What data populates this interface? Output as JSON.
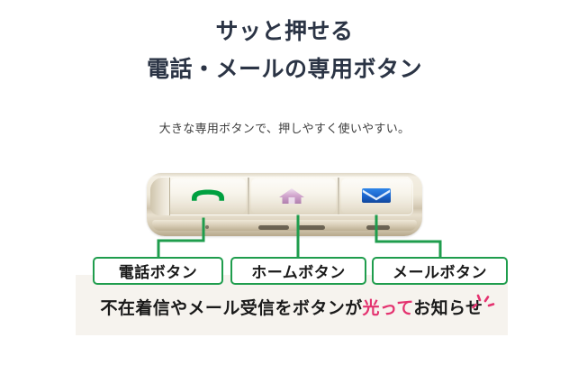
{
  "page": {
    "background": "#ffffff",
    "accent_green": "#1f9d4d",
    "accent_pink": "#e4326f",
    "heading_color": "#2b3445",
    "band_color": "#f6f3ee"
  },
  "header": {
    "title_line_1": "サッと押せる",
    "title_line_2": "電話・メールの専用ボタン",
    "subtitle": "大きな専用ボタンで、押しやすく使いやすい。"
  },
  "device": {
    "name": "feature-phone-button-row",
    "keys": [
      {
        "id": "call",
        "icon": "phone-handset-icon",
        "icon_color": "#00a040"
      },
      {
        "id": "home",
        "icon": "home-icon",
        "icon_color": "#c58fc0"
      },
      {
        "id": "mail",
        "icon": "envelope-icon",
        "icon_color": "#1f6fd0"
      }
    ]
  },
  "callouts": [
    {
      "id": "call",
      "label": "電話ボタン"
    },
    {
      "id": "home",
      "label": "ホームボタン"
    },
    {
      "id": "mail",
      "label": "メールボタン"
    }
  ],
  "caption": {
    "prefix": "不在着信やメール受信をボタンが",
    "highlight": "光って",
    "suffix": "お知らせ",
    "sparkle_icon": "sparkle-icon"
  }
}
